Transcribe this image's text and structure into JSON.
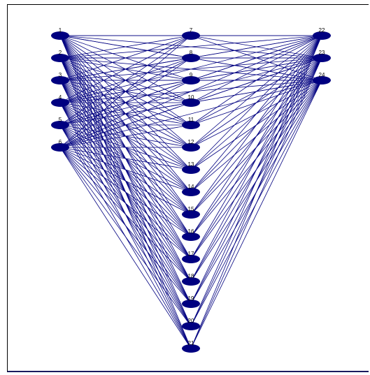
{
  "diagram": {
    "type": "layered-graph",
    "colors": {
      "node": "#000080",
      "edge": "#000080",
      "label": "#000000"
    },
    "layers": [
      [
        "1",
        "2",
        "3",
        "4",
        "5",
        "6"
      ],
      [
        "7",
        "8",
        "9",
        "10",
        "11",
        "12",
        "13",
        "14",
        "15",
        "16",
        "17",
        "18",
        "19",
        "20",
        "21"
      ],
      [
        "22",
        "23",
        "24"
      ]
    ],
    "nodes": [
      {
        "id": "1",
        "label": "1"
      },
      {
        "id": "2",
        "label": "2"
      },
      {
        "id": "3",
        "label": "3"
      },
      {
        "id": "4",
        "label": "4"
      },
      {
        "id": "5",
        "label": "5"
      },
      {
        "id": "6",
        "label": "6"
      },
      {
        "id": "7",
        "label": "7"
      },
      {
        "id": "8",
        "label": "8"
      },
      {
        "id": "9",
        "label": "9"
      },
      {
        "id": "10",
        "label": "10"
      },
      {
        "id": "11",
        "label": "11"
      },
      {
        "id": "12",
        "label": "12"
      },
      {
        "id": "13",
        "label": "13"
      },
      {
        "id": "14",
        "label": "14"
      },
      {
        "id": "15",
        "label": "15"
      },
      {
        "id": "16",
        "label": "16"
      },
      {
        "id": "17",
        "label": "17"
      },
      {
        "id": "18",
        "label": "18"
      },
      {
        "id": "19",
        "label": "19"
      },
      {
        "id": "20",
        "label": "20"
      },
      {
        "id": "21",
        "label": "21"
      },
      {
        "id": "22",
        "label": "22"
      },
      {
        "id": "23",
        "label": "23"
      },
      {
        "id": "24",
        "label": "24"
      }
    ],
    "connectivity": "every node in the left column connects to every node in the middle and right columns; every middle node connects to every right node"
  }
}
